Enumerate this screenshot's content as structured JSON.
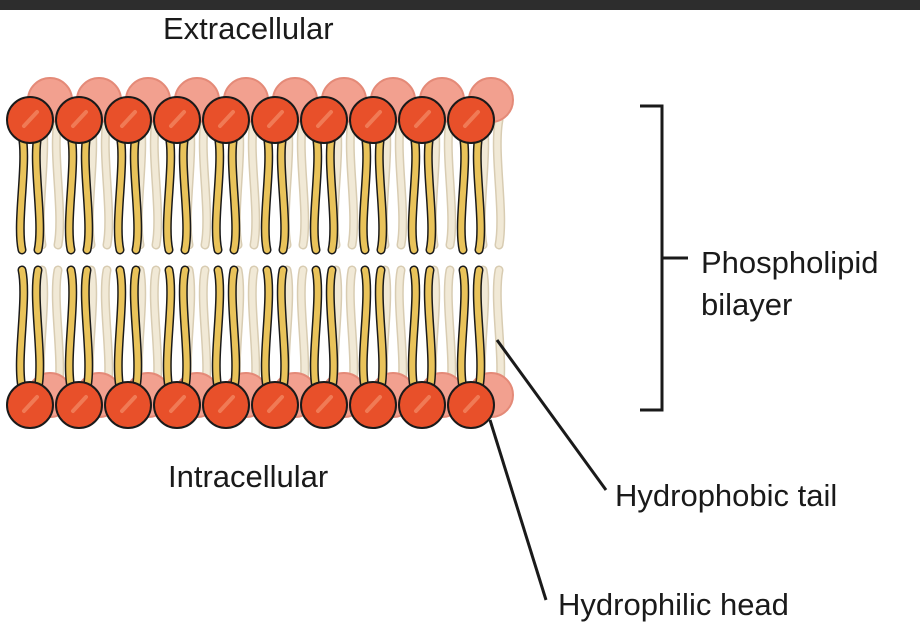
{
  "labels": {
    "extracellular": "Extracellular",
    "intracellular": "Intracellular",
    "bilayer_line1": "Phospholipid",
    "bilayer_line2": "bilayer",
    "tail": "Hydrophobic tail",
    "head": "Hydrophilic head"
  },
  "colors": {
    "head_front": "#e8502a",
    "head_back": "#f2a08f",
    "head_highlight": "#f07a55",
    "tail_front": "#e9c35a",
    "tail_back": "#f1e9d6",
    "outline": "#1a1a1a"
  }
}
